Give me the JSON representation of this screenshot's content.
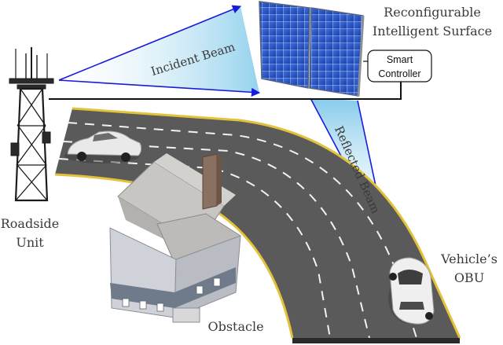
{
  "labels": {
    "ris_line1": "Reconfigurable",
    "ris_line2": "Intelligent Surface",
    "controller_line1": "Smart",
    "controller_line2": "Controller",
    "incident_beam": "Incident Beam",
    "reflected_beam": "Reflected Beam",
    "rsu_line1": "Roadside",
    "rsu_line2": "Unit",
    "obu_line1": "Vehicle’s",
    "obu_line2": "OBU",
    "obstacle": "Obstacle"
  },
  "colors": {
    "beam_arrow": "#1a1adc",
    "beam_fill": "#9fd8ee",
    "road": "#5a5a5a",
    "road_edge": "#e2c23a",
    "panel": "#2b59c9",
    "house_wall": "#c9cbd0",
    "house_roof": "#b8b6b3"
  },
  "icons": {
    "tower": "antenna-tower-icon",
    "panel": "solar-panel-icon",
    "car1": "car-icon",
    "car2": "car-icon",
    "house": "house-icon"
  }
}
